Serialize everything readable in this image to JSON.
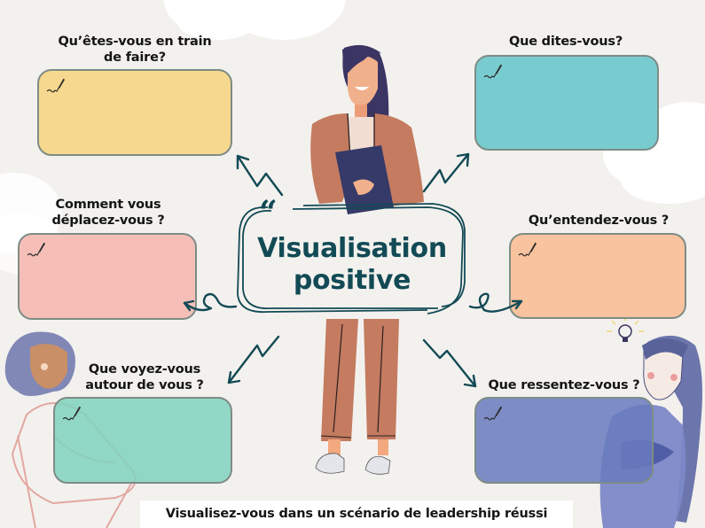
{
  "title": {
    "line1": "Visualisation",
    "line2": "positive",
    "quote_mark": "“"
  },
  "prompts": [
    {
      "id": "doing",
      "question": "Qu’êtes-vous en train de faire?",
      "line1": "Qu’êtes-vous en train",
      "line2": "de faire?",
      "color": "#f6d98f",
      "icon": "pen-signature-icon"
    },
    {
      "id": "saying",
      "question": "Que dites-vous?",
      "line1": "Que dites-vous?",
      "color": "#78cccf",
      "icon": "pen-signature-icon"
    },
    {
      "id": "moving",
      "question": "Comment vous déplacez-vous ?",
      "line1": "Comment vous",
      "line2": "déplacez-vous ?",
      "color": "#f5bfb8",
      "icon": "pen-signature-icon"
    },
    {
      "id": "hearing",
      "question": "Qu’entendez-vous ?",
      "line1": "Qu’entendez-vous ?",
      "color": "#f8c39e",
      "icon": "pen-signature-icon"
    },
    {
      "id": "seeing",
      "question": "Que voyez-vous autour de vous ?",
      "line1": "Que voyez-vous",
      "line2": "autour de vous ?",
      "color": "#8fd6c3",
      "icon": "pen-signature-icon"
    },
    {
      "id": "feeling",
      "question": "Que ressentez-vous ?",
      "line1": "Que ressentez-vous ?",
      "color": "#7d8fc4",
      "icon": "pen-signature-icon"
    }
  ],
  "footer": {
    "text": "Visualisez-vous dans un scénario de leadership réussi"
  },
  "colors": {
    "background": "#f3f1ee",
    "accent": "#124a55",
    "jacket": "#c47b60",
    "hair": "#3b3564",
    "folder": "#353a68"
  }
}
